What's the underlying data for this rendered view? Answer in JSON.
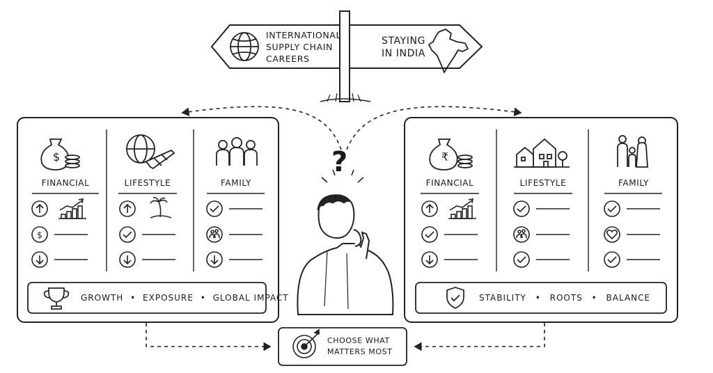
{
  "signpost": {
    "left_sign": "International Supply Chain Careers",
    "left_lines": [
      "International",
      "Supply Chain",
      "Careers"
    ],
    "left_icon": "globe-icon",
    "right_lines": [
      "Staying",
      "in India"
    ],
    "right_icon": "india-map-icon"
  },
  "left_panel": {
    "columns": [
      {
        "title": "Financial",
        "icon": "money-bag-dollar-icon",
        "rows": [
          {
            "marker": "arrow-up-icon",
            "detail": "rising-chart-icon"
          },
          {
            "marker": "dollar-icon",
            "detail": "line"
          },
          {
            "marker": "arrow-down-icon",
            "detail": "line"
          }
        ]
      },
      {
        "title": "Lifestyle",
        "icon": "globe-plane-icon",
        "rows": [
          {
            "marker": "arrow-up-icon",
            "detail": "palm-island-icon"
          },
          {
            "marker": "check-icon",
            "detail": "line"
          },
          {
            "marker": "arrow-down-icon",
            "detail": "line"
          }
        ]
      },
      {
        "title": "Family",
        "icon": "family-group-icon",
        "rows": [
          {
            "marker": "check-icon",
            "detail": "line"
          },
          {
            "marker": "people-icon",
            "detail": "line"
          },
          {
            "marker": "arrow-down-icon",
            "detail": "line"
          }
        ]
      }
    ],
    "footer": {
      "icon": "trophy-icon",
      "items": [
        "Growth",
        "Exposure",
        "Global Impact"
      ],
      "separator": "•"
    }
  },
  "right_panel": {
    "columns": [
      {
        "title": "Financial",
        "icon": "money-bag-rupee-icon",
        "rows": [
          {
            "marker": "arrow-up-icon",
            "detail": "rising-chart-icon"
          },
          {
            "marker": "check-icon",
            "detail": "line"
          },
          {
            "marker": "arrow-down-icon",
            "detail": "line"
          }
        ]
      },
      {
        "title": "Lifestyle",
        "icon": "houses-icon",
        "rows": [
          {
            "marker": "check-icon",
            "detail": "line"
          },
          {
            "marker": "people-icon",
            "detail": "line"
          },
          {
            "marker": "check-icon",
            "detail": "line"
          }
        ]
      },
      {
        "title": "Family",
        "icon": "family-icon",
        "rows": [
          {
            "marker": "check-icon",
            "detail": "line"
          },
          {
            "marker": "heart-icon",
            "detail": "line"
          },
          {
            "marker": "check-icon",
            "detail": "line"
          }
        ]
      }
    ],
    "footer": {
      "icon": "shield-check-icon",
      "items": [
        "Stability",
        "Roots",
        "Balance"
      ],
      "separator": "•"
    }
  },
  "center": {
    "question_mark": "?",
    "figure": "thinking-person-icon"
  },
  "decision": {
    "icon": "target-arrow-icon",
    "lines": [
      "Choose what",
      "matters most"
    ]
  },
  "colors": {
    "ink": "#1a1a1a",
    "paper": "#ffffff",
    "stroke": "#222222"
  }
}
